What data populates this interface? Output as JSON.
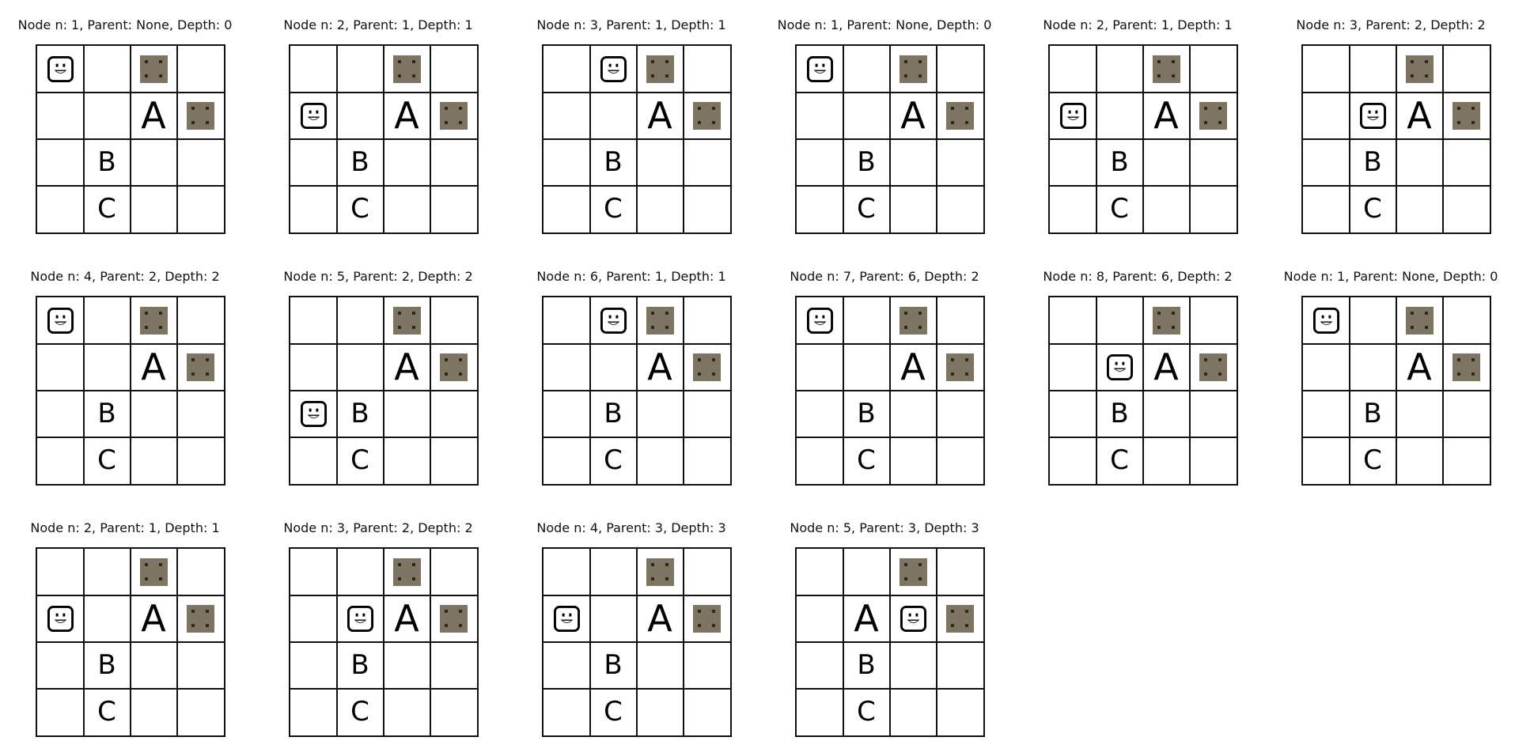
{
  "panels": [
    {
      "title": "Node n: 1, Parent: None, Depth: 0",
      "agent": [
        0,
        0
      ],
      "A": [
        1,
        2
      ],
      "B": [
        2,
        1
      ],
      "C": [
        3,
        1
      ],
      "blocks": [
        [
          0,
          2
        ],
        [
          1,
          3
        ]
      ]
    },
    {
      "title": "Node n: 2, Parent: 1, Depth: 1",
      "agent": [
        1,
        0
      ],
      "A": [
        1,
        2
      ],
      "B": [
        2,
        1
      ],
      "C": [
        3,
        1
      ],
      "blocks": [
        [
          0,
          2
        ],
        [
          1,
          3
        ]
      ]
    },
    {
      "title": "Node n: 3, Parent: 1, Depth: 1",
      "agent": [
        0,
        1
      ],
      "A": [
        1,
        2
      ],
      "B": [
        2,
        1
      ],
      "C": [
        3,
        1
      ],
      "blocks": [
        [
          0,
          2
        ],
        [
          1,
          3
        ]
      ]
    },
    {
      "title": "Node n: 1, Parent: None, Depth: 0",
      "agent": [
        0,
        0
      ],
      "A": [
        1,
        2
      ],
      "B": [
        2,
        1
      ],
      "C": [
        3,
        1
      ],
      "blocks": [
        [
          0,
          2
        ],
        [
          1,
          3
        ]
      ]
    },
    {
      "title": "Node n: 2, Parent: 1, Depth: 1",
      "agent": [
        1,
        0
      ],
      "A": [
        1,
        2
      ],
      "B": [
        2,
        1
      ],
      "C": [
        3,
        1
      ],
      "blocks": [
        [
          0,
          2
        ],
        [
          1,
          3
        ]
      ]
    },
    {
      "title": "Node n: 3, Parent: 2, Depth: 2",
      "agent": [
        1,
        1
      ],
      "A": [
        1,
        2
      ],
      "B": [
        2,
        1
      ],
      "C": [
        3,
        1
      ],
      "blocks": [
        [
          0,
          2
        ],
        [
          1,
          3
        ]
      ]
    },
    {
      "title": "Node n: 4, Parent: 2, Depth: 2",
      "agent": [
        0,
        0
      ],
      "A": [
        1,
        2
      ],
      "B": [
        2,
        1
      ],
      "C": [
        3,
        1
      ],
      "blocks": [
        [
          0,
          2
        ],
        [
          1,
          3
        ]
      ]
    },
    {
      "title": "Node n: 5, Parent: 2, Depth: 2",
      "agent": [
        2,
        0
      ],
      "A": [
        1,
        2
      ],
      "B": [
        2,
        1
      ],
      "C": [
        3,
        1
      ],
      "blocks": [
        [
          0,
          2
        ],
        [
          1,
          3
        ]
      ]
    },
    {
      "title": "Node n: 6, Parent: 1, Depth: 1",
      "agent": [
        0,
        1
      ],
      "A": [
        1,
        2
      ],
      "B": [
        2,
        1
      ],
      "C": [
        3,
        1
      ],
      "blocks": [
        [
          0,
          2
        ],
        [
          1,
          3
        ]
      ]
    },
    {
      "title": "Node n: 7, Parent: 6, Depth: 2",
      "agent": [
        0,
        0
      ],
      "A": [
        1,
        2
      ],
      "B": [
        2,
        1
      ],
      "C": [
        3,
        1
      ],
      "blocks": [
        [
          0,
          2
        ],
        [
          1,
          3
        ]
      ]
    },
    {
      "title": "Node n: 8, Parent: 6, Depth: 2",
      "agent": [
        1,
        1
      ],
      "A": [
        1,
        2
      ],
      "B": [
        2,
        1
      ],
      "C": [
        3,
        1
      ],
      "blocks": [
        [
          0,
          2
        ],
        [
          1,
          3
        ]
      ]
    },
    {
      "title": "Node n: 1, Parent: None, Depth: 0",
      "agent": [
        0,
        0
      ],
      "A": [
        1,
        2
      ],
      "B": [
        2,
        1
      ],
      "C": [
        3,
        1
      ],
      "blocks": [
        [
          0,
          2
        ],
        [
          1,
          3
        ]
      ]
    },
    {
      "title": "Node n: 2, Parent: 1, Depth: 1",
      "agent": [
        1,
        0
      ],
      "A": [
        1,
        2
      ],
      "B": [
        2,
        1
      ],
      "C": [
        3,
        1
      ],
      "blocks": [
        [
          0,
          2
        ],
        [
          1,
          3
        ]
      ]
    },
    {
      "title": "Node n: 3, Parent: 2, Depth: 2",
      "agent": [
        1,
        1
      ],
      "A": [
        1,
        2
      ],
      "B": [
        2,
        1
      ],
      "C": [
        3,
        1
      ],
      "blocks": [
        [
          0,
          2
        ],
        [
          1,
          3
        ]
      ]
    },
    {
      "title": "Node n: 4, Parent: 3, Depth: 3",
      "agent": [
        1,
        0
      ],
      "A": [
        1,
        2
      ],
      "B": [
        2,
        1
      ],
      "C": [
        3,
        1
      ],
      "blocks": [
        [
          0,
          2
        ],
        [
          1,
          3
        ]
      ]
    },
    {
      "title": "Node n: 5, Parent: 3, Depth: 3",
      "agent": [
        1,
        2
      ],
      "A": [
        1,
        1
      ],
      "B": [
        2,
        1
      ],
      "C": [
        3,
        1
      ],
      "blocks": [
        [
          0,
          2
        ],
        [
          1,
          3
        ]
      ]
    }
  ],
  "labels": {
    "A": "A",
    "B": "B",
    "C": "C"
  },
  "icons": {
    "agent": "smiley-face-icon",
    "block": "stone-block-icon"
  },
  "colors": {
    "block": "#7d7462",
    "grid": "#111111"
  }
}
